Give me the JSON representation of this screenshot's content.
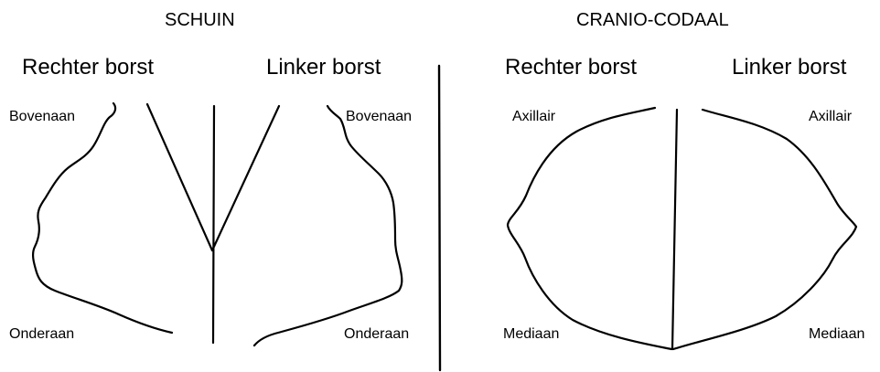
{
  "panels": {
    "schuin": {
      "title": "SCHUIN",
      "right_label": "Rechter borst",
      "left_label": "Linker borst",
      "top_left": "Bovenaan",
      "top_right": "Bovenaan",
      "bottom_left": "Onderaan",
      "bottom_right": "Onderaan"
    },
    "cranio_codaal": {
      "title": "CRANIO-CODAAL",
      "right_label": "Rechter borst",
      "left_label": "Linker borst",
      "top_left": "Axillair",
      "top_right": "Axillair",
      "bottom_left": "Mediaan",
      "bottom_right": "Mediaan"
    }
  }
}
